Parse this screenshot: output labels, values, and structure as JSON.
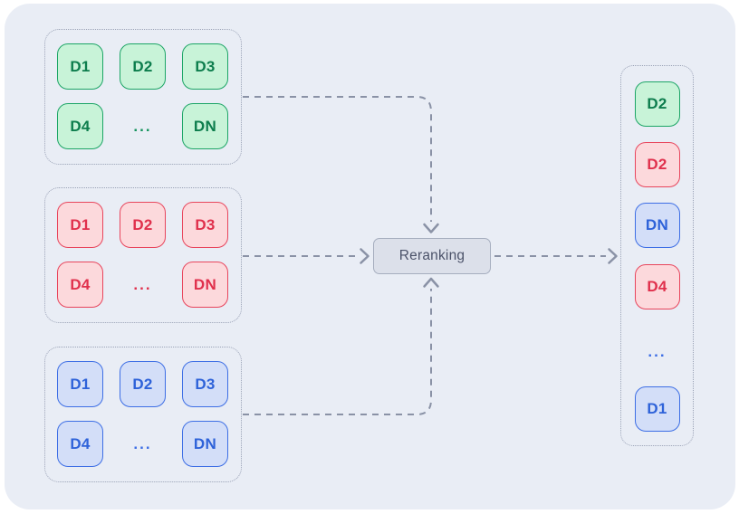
{
  "reranking_label": "Reranking",
  "groups": [
    {
      "name": "green-document-set",
      "items": [
        "D1",
        "D2",
        "D3",
        "D4",
        "...",
        "DN"
      ]
    },
    {
      "name": "red-document-set",
      "items": [
        "D1",
        "D2",
        "D3",
        "D4",
        "...",
        "DN"
      ]
    },
    {
      "name": "blue-document-set",
      "items": [
        "D1",
        "D2",
        "D3",
        "D4",
        "...",
        "DN"
      ]
    }
  ],
  "output": {
    "items": [
      {
        "label": "D2",
        "color": "green"
      },
      {
        "label": "D2",
        "color": "red"
      },
      {
        "label": "DN",
        "color": "blue"
      },
      {
        "label": "D4",
        "color": "red"
      },
      {
        "label": "...",
        "color": "blue"
      },
      {
        "label": "D1",
        "color": "blue"
      }
    ]
  },
  "palette": {
    "canvas_background": "#e9edf5",
    "green_fill": "#c8f3d8",
    "green_border": "#1ca566",
    "green_text": "#0d7d4d",
    "red_fill": "#fcd9dc",
    "red_border": "#e8455c",
    "red_text": "#e0304c",
    "blue_fill": "#d3def8",
    "blue_border": "#3d6ee5",
    "blue_text": "#2e62d9",
    "rerank_fill": "#dce0ea",
    "rerank_border": "#a6aebf",
    "rerank_text": "#4b5269",
    "connector": "#8a92a6",
    "group_border": "#9aa2b6"
  }
}
